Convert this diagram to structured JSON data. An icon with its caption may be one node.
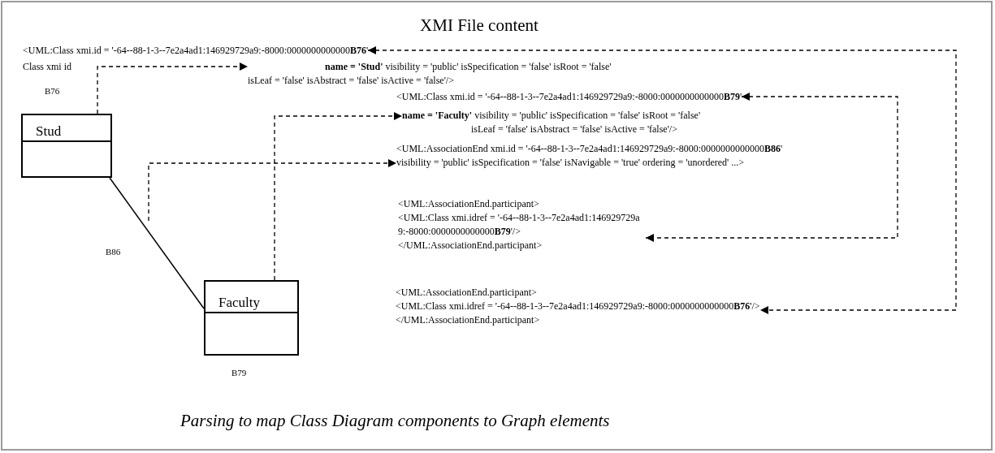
{
  "diagram": {
    "title": "XMI File content",
    "caption": "Parsing to map Class Diagram components to Graph elements",
    "nodes": [
      {
        "text": [
          "Stud"
        ],
        "beside": [
          "B76"
        ]
      },
      {
        "text": [
          "Faculty"
        ],
        "beside": [
          "B79"
        ]
      },
      {
        "text": [
          "<UML:Class xmi.id = '-64--88-1-3--7e2a4ad1:146929729a9:-8000:0000000000000**B76**'"
        ]
      },
      {
        "text": [
          "**name = 'Stud'** visibility = 'public' isSpecification = 'false' isRoot = 'false'",
          "isLeaf = 'false' isAbstract = 'false' isActive = 'false'/>"
        ]
      },
      {
        "text": [
          "<UML:Class xmi.id = '-64--88-1-3--7e2a4ad1:146929729a9:-8000:0000000000000**B79**'"
        ]
      },
      {
        "text": [
          "**name = 'Faculty'** visibility = 'public' isSpecification = 'false' isRoot = 'false'",
          "isLeaf = 'false' isAbstract = 'false' isActive = 'false'/>"
        ]
      },
      {
        "text": [
          "<UML:AssociationEnd xmi.id = '-64--88-1-3--7e2a4ad1:146929729a9:-8000:0000000000000**B86**'",
          "visibility = 'public' isSpecification = 'false' isNavigable = 'true' ordering = 'unordered' ...>"
        ]
      },
      {
        "text": [
          "<UML:AssociationEnd.participant>",
          "<UML:Class xmi.idref = '-64--88-1-3--7e2a4ad1:146929729a9:-8000:0000000000000**B79**'/>",
          "</UML:AssociationEnd.participant>"
        ]
      },
      {
        "text": [
          "<UML:AssociationEnd.participant>",
          "<UML:Class xmi.idref = '-64--88-1-3--7e2a4ad1:146929729a9:-8000:0000000000000**B76**'/>",
          "</UML:AssociationEnd.participant>"
        ]
      }
    ],
    "edges": [
      {
        "from": 0,
        "to": 3,
        "arrow": "to",
        "style": "dashed"
      },
      {
        "from": 1,
        "to": 5,
        "arrow": "to",
        "style": "dashed"
      },
      {
        "from": null,
        "to": 6,
        "arrow": "to",
        "style": "dashed"
      },
      {
        "from": 0,
        "to": 1,
        "arrow": "none"
      },
      {
        "from": 4,
        "to": 7,
        "arrow": "both",
        "style": "dashed"
      },
      {
        "from": 2,
        "to": 8,
        "arrow": "both",
        "style": "dashed"
      }
    ],
    "labels": [
      "Class xmi id",
      "B86"
    ]
  }
}
